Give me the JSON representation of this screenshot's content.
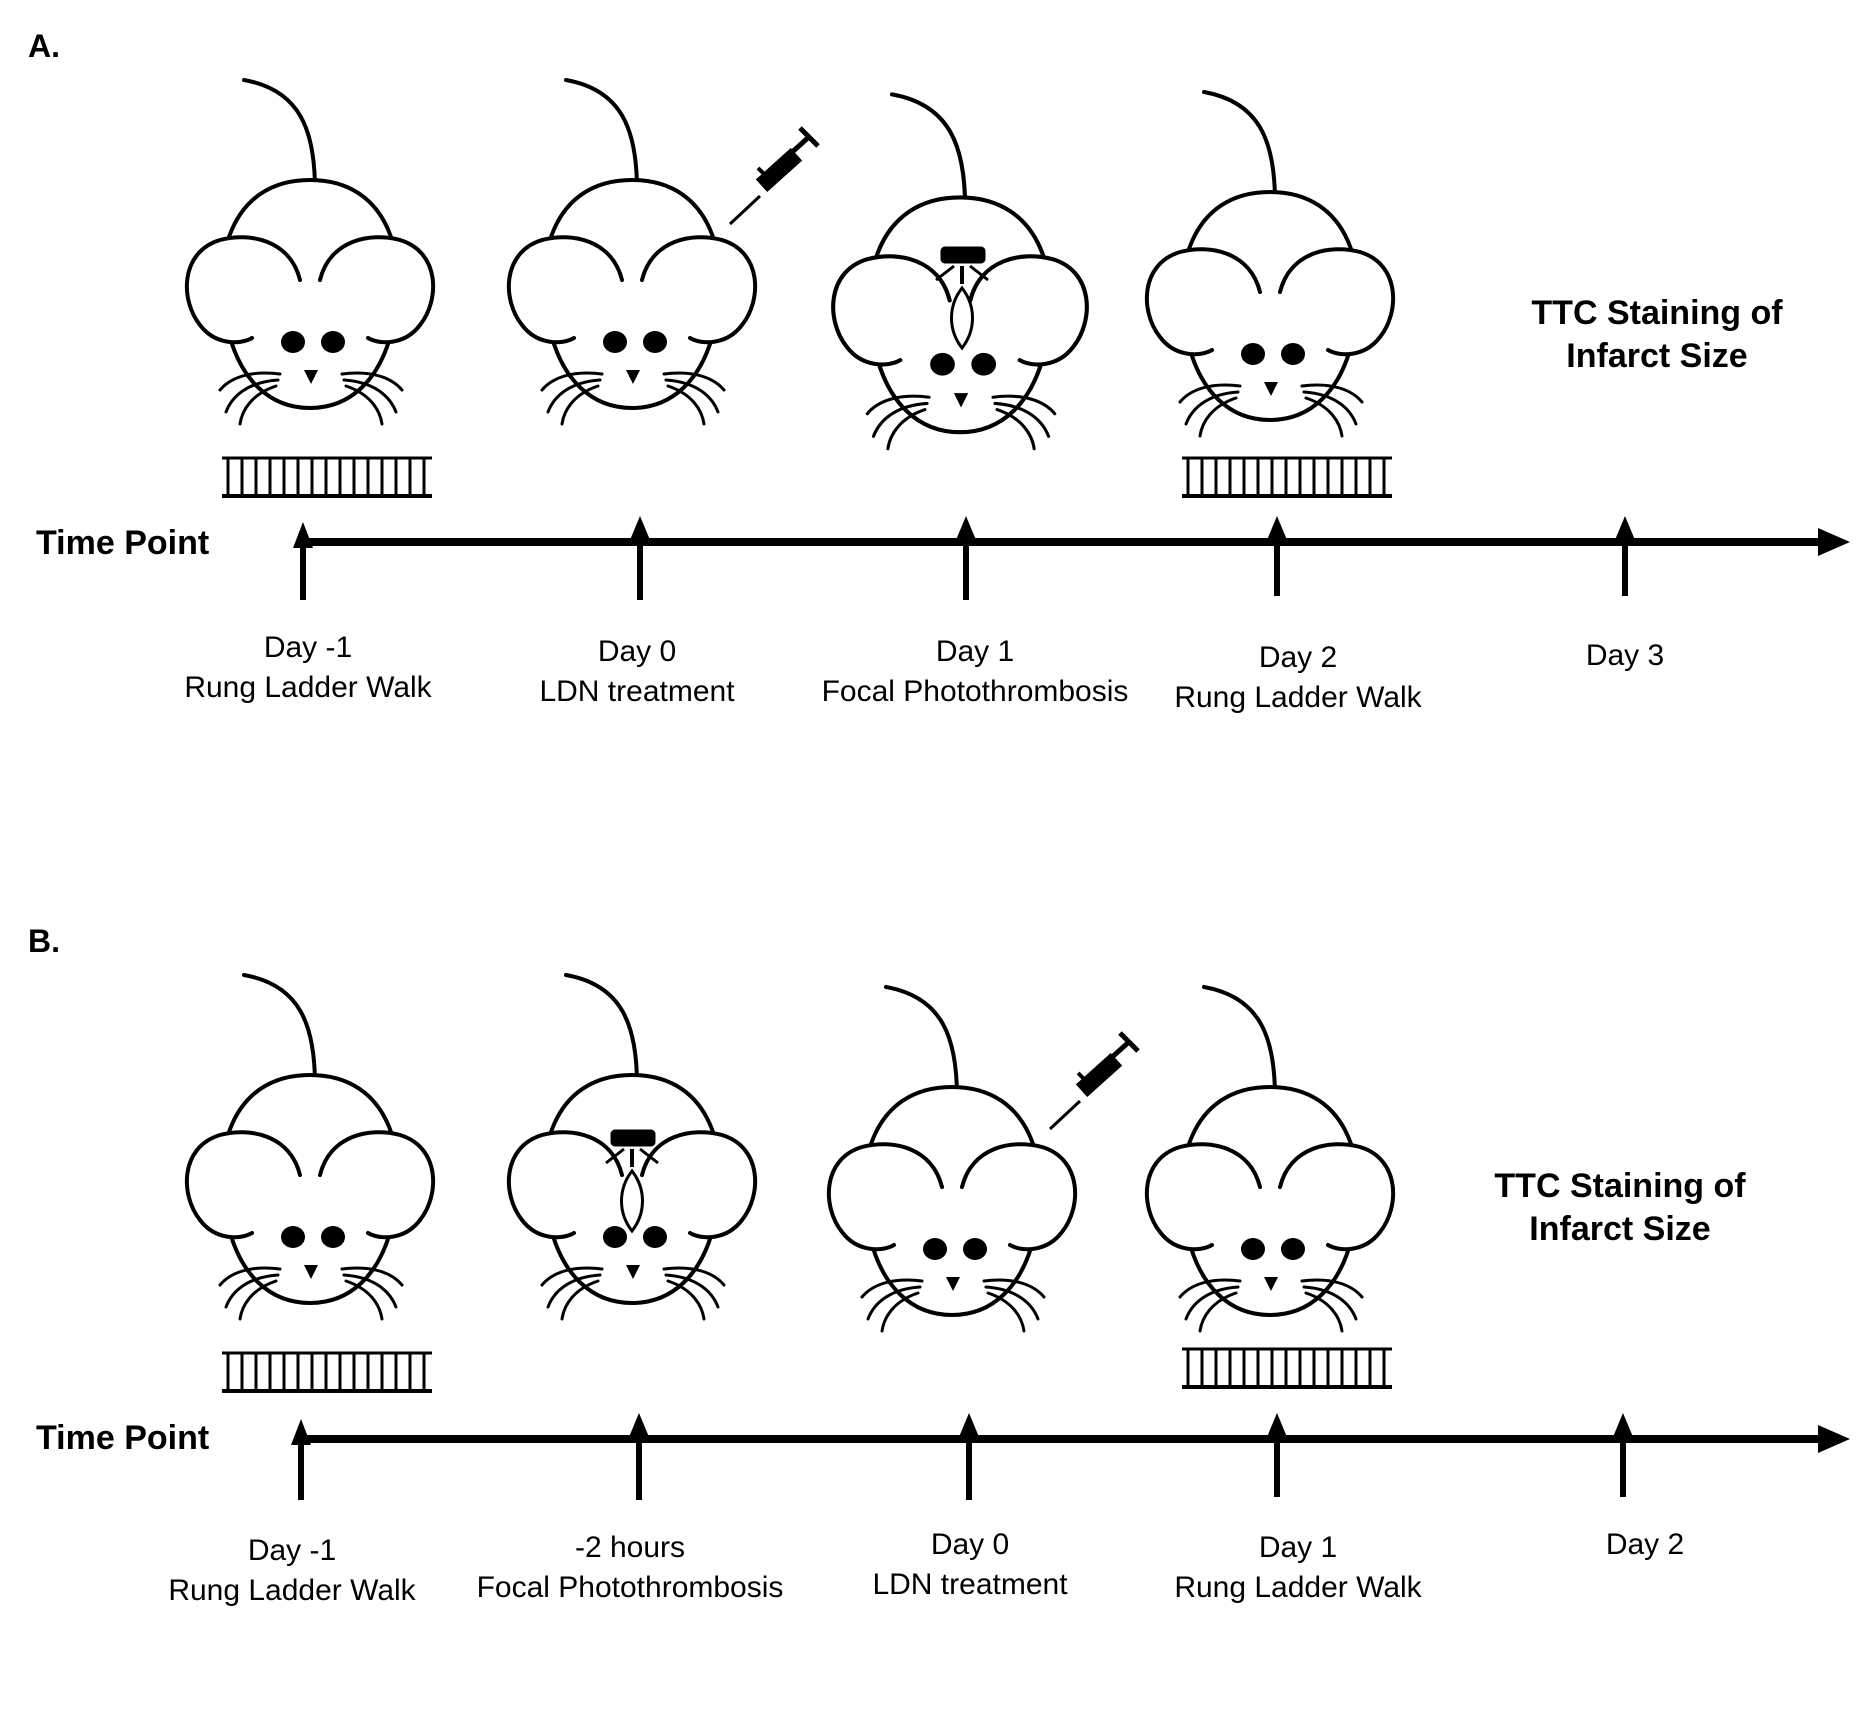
{
  "panels": [
    {
      "label": "A.",
      "timeline_label": "Time Point",
      "final_step": {
        "line1": "TTC Staining of",
        "line2": "Infarct Size"
      },
      "ticks": [
        {
          "day": "Day ‑1",
          "event": "Rung Ladder Walk",
          "mouse": "ladder"
        },
        {
          "day": "Day 0",
          "event": "LDN treatment",
          "mouse": "injection"
        },
        {
          "day": "Day 1",
          "event": "Focal Photothrombosis",
          "mouse": "photothrombosis"
        },
        {
          "day": "Day 2",
          "event": "Rung Ladder Walk",
          "mouse": "ladder"
        },
        {
          "day": "Day 3",
          "event": "",
          "mouse": "none"
        }
      ]
    },
    {
      "label": "B.",
      "timeline_label": "Time Point",
      "final_step": {
        "line1": "TTC Staining of",
        "line2": "Infarct Size"
      },
      "ticks": [
        {
          "day": "Day ‑1",
          "event": "Rung Ladder Walk",
          "mouse": "ladder"
        },
        {
          "day": "‑2 hours",
          "event": "Focal Photothrombosis",
          "mouse": "photothrombosis"
        },
        {
          "day": "Day 0",
          "event": "LDN treatment",
          "mouse": "injection"
        },
        {
          "day": "Day 1",
          "event": "Rung Ladder Walk",
          "mouse": "ladder"
        },
        {
          "day": "Day 2",
          "event": "",
          "mouse": "none"
        }
      ]
    }
  ]
}
